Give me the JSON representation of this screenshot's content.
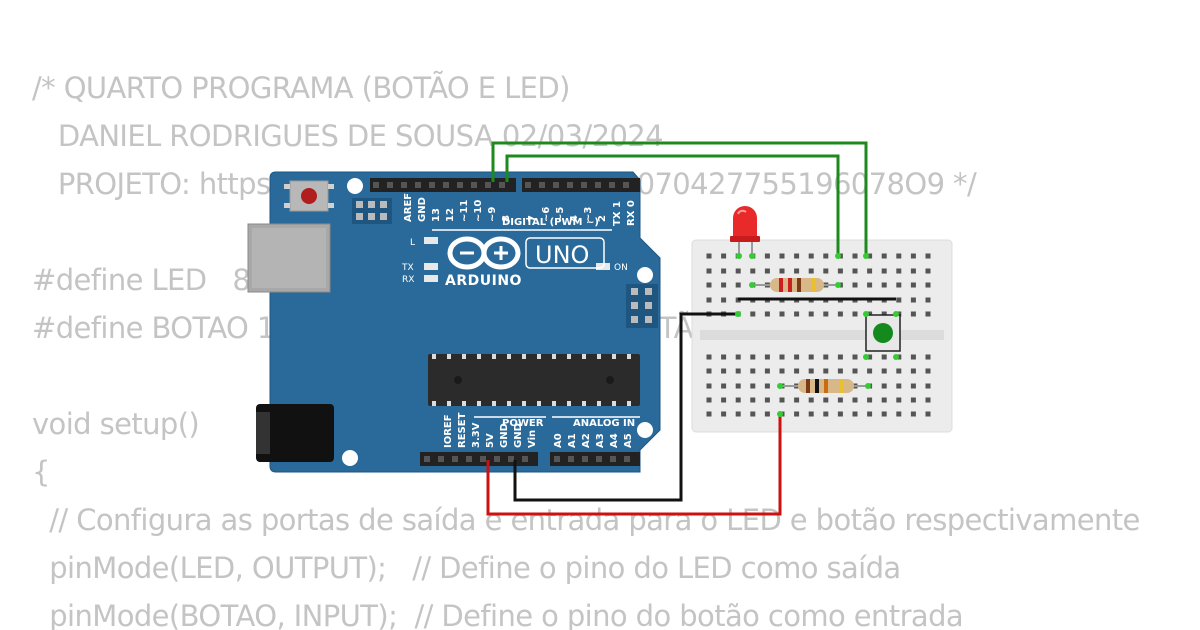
{
  "code": {
    "lines": [
      "/* QUARTO PROGRAMA (BOTÃO E LED)",
      "   DANIEL RODRIGUES DE SOUSA 02/03/2024",
      "   PROJETO: https://wokwi.com/projects/394070427755196078O9 */",
      "",
      "#define LED   8        // Define o pino do LED",
      "#define BOTAO 10       // Define o pino do BOTÃO",
      "",
      "void setup()",
      "{",
      "  // Configura as portas de saída e entrada para o LED e botão respectivamente",
      "  pinMode(LED, OUTPUT);   // Define o pino do LED como saída",
      "  pinMode(BOTAO, INPUT);  // Define o pino do botão como entrada"
    ]
  },
  "arduino": {
    "brand": "ARDUINO",
    "model": "UNO",
    "digital_header": "DIGITAL (PWM ~)",
    "power_header": "POWER",
    "analog_header": "ANALOG IN",
    "led_l": "L",
    "led_tx": "TX",
    "led_rx": "RX",
    "led_on": "ON",
    "digital_pins": [
      "AREF",
      "GND",
      "13",
      "12",
      "~11",
      "~10",
      "~9",
      "8",
      "7",
      "~6",
      "~5",
      "4",
      "~3",
      "2",
      "TX 1",
      "RX 0"
    ],
    "power_pins": [
      "IOREF",
      "RESET",
      "3.3V",
      "5V",
      "GND",
      "GND",
      "Vin"
    ],
    "analog_pins": [
      "A0",
      "A1",
      "A2",
      "A3",
      "A4",
      "A5"
    ]
  },
  "colors": {
    "board": "#2a6a9b",
    "board_text": "#ffffff",
    "wire_green": "#1e8a1e",
    "wire_black": "#111111",
    "wire_red": "#cc1111",
    "led": "#e82a2a",
    "button_cap": "#148a1e",
    "breadboard": "#ececec",
    "hole": "#555555",
    "code_text": "#c4c4c4"
  }
}
